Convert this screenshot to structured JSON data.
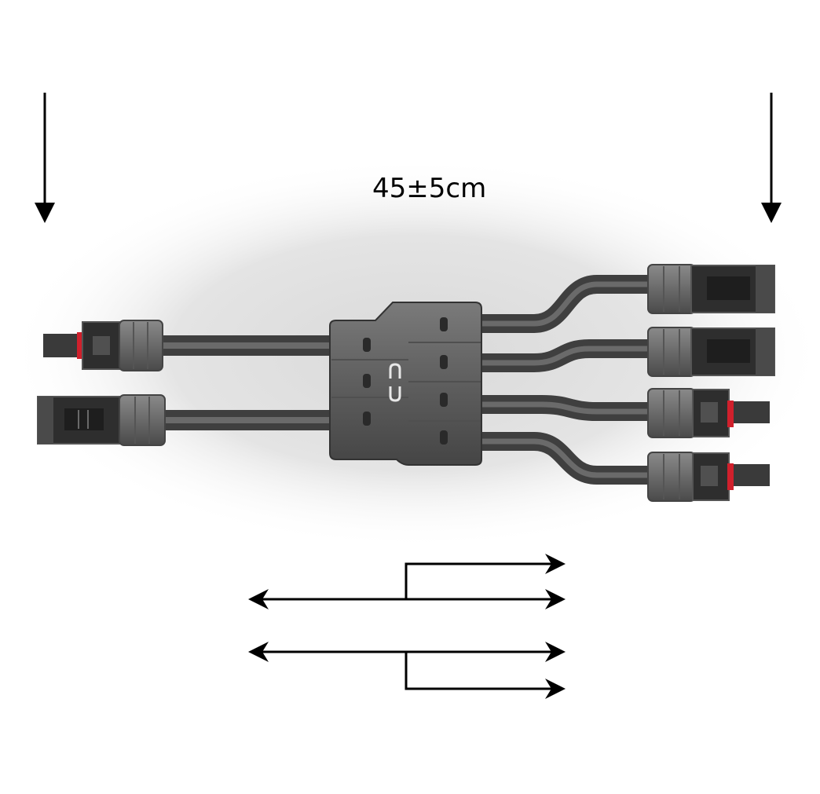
{
  "dimension": {
    "length_label": "45±5cm"
  },
  "colors": {
    "cable": "#4d4d4d",
    "body": "#6d6d6d",
    "body_dark": "#3a3a3a",
    "contact_red": "#d0202c",
    "arrow": "#000000"
  },
  "schematic": {
    "groups": [
      {
        "inputs": 1,
        "outputs": 2
      },
      {
        "inputs": 1,
        "outputs": 2
      }
    ]
  }
}
